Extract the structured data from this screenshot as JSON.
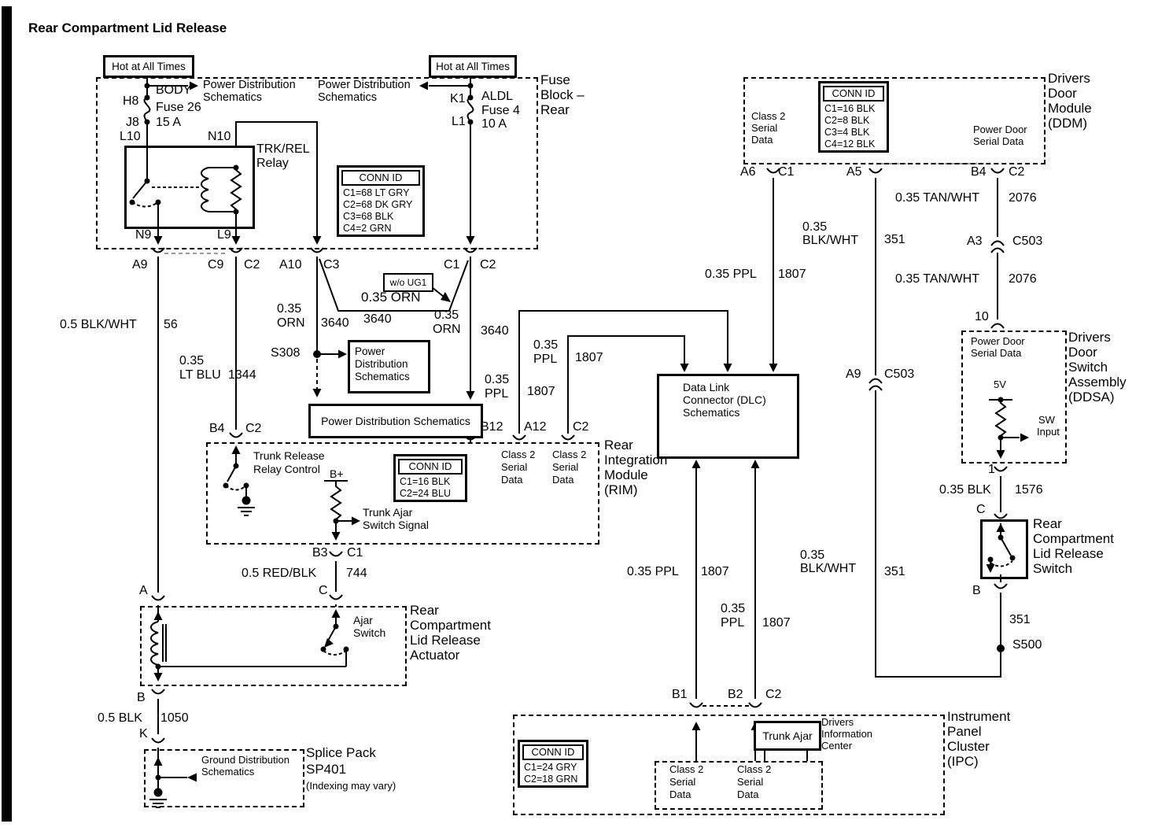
{
  "title": "Rear Compartment Lid Release",
  "colors": {
    "ink": "#000000",
    "paper": "#ffffff",
    "ghost_dash": "#9a9a9a"
  },
  "fuse_block": {
    "hot_left": "Hot at All Times",
    "hot_right": "Hot at All Times",
    "pds_left_1": "Power Distribution",
    "pds_left_2": "Schematics",
    "pds_right_1": "Power Distribution",
    "pds_right_2": "Schematics",
    "name_1": "Fuse",
    "name_2": "Block –",
    "name_3": "Rear",
    "body_fuse": {
      "top_pin": "H8",
      "bottom_pin": "J8",
      "name": "BODY",
      "fuse_no": "Fuse 26",
      "rating": "15 A"
    },
    "aldl_fuse": {
      "top_pin": "K1",
      "bottom_pin": "L1",
      "name": "ALDL",
      "fuse_no": "Fuse 4",
      "rating": "10 A"
    },
    "relay": {
      "name_1": "TRK/REL",
      "name_2": "Relay",
      "pin_l10": "L10",
      "pin_n10": "N10",
      "pin_n9": "N9",
      "pin_l9": "L9"
    },
    "conn_id": {
      "title": "CONN ID",
      "c1": "C1=68 LT GRY",
      "c2": "C2=68 DK GRY",
      "c3": "C3=68 BLK",
      "c4": "C4=2 GRN"
    },
    "pin_a9": "A9",
    "pin_c9": "C9",
    "pin_c2a": "C2",
    "pin_a10": "A10",
    "pin_c3": "C3",
    "pin_c1": "C1",
    "pin_c2b": "C2"
  },
  "wires": {
    "blkwht56": {
      "spec": "0.5 BLK/WHT",
      "ckt": "56"
    },
    "ltblu1344": {
      "spec1": "0.35",
      "spec2": "LT BLU",
      "ckt": "1344"
    },
    "orn_a10": {
      "spec1": "0.35",
      "spec2": "ORN",
      "ckt": "3640"
    },
    "orn_bridge": {
      "spec": "0.35 ORN",
      "ckt": "3640",
      "note": "w/o UG1"
    },
    "orn_b12": {
      "spec1": "0.35",
      "spec2": "ORN",
      "ckt": "3640"
    },
    "splice_s308": "S308",
    "pd_small_1": "Power",
    "pd_small_2": "Distribution",
    "pd_small_3": "Schematics",
    "pd_wide": "Power Distribution Schematics",
    "ppl_a12": {
      "spec1": "0.35",
      "spec2": "PPL",
      "ckt": "1807"
    },
    "ppl_c2": {
      "spec1": "0.35",
      "spec2": "PPL",
      "ckt": "1807"
    },
    "ppl_ddm": {
      "spec": "0.35 PPL",
      "ckt": "1807"
    },
    "ppl_b1": {
      "spec": "0.35 PPL",
      "ckt": "1807"
    },
    "ppl_b2": {
      "spec1": "0.35",
      "spec2": "PPL",
      "ckt": "1807"
    },
    "blkwht351_up": {
      "spec1": "0.35",
      "spec2": "BLK/WHT",
      "ckt": "351"
    },
    "blkwht351_low": {
      "spec1": "0.35",
      "spec2": "BLK/WHT",
      "ckt": "351"
    },
    "tan_up": {
      "spec": "0.35 TAN/WHT",
      "ckt": "2076"
    },
    "tan_low": {
      "spec": "0.35 TAN/WHT",
      "ckt": "2076"
    },
    "redblk744": {
      "spec": "0.5 RED/BLK",
      "ckt": "744"
    },
    "blk1576": {
      "spec": "0.35 BLK",
      "ckt": "1576"
    },
    "blk1050": {
      "spec": "0.5 BLK",
      "ckt": "1050"
    },
    "sw_351": "351",
    "splice_s500": "S500"
  },
  "rim": {
    "pin_b4": "B4",
    "pin_c2a": "C2",
    "pin_b12": "B12",
    "pin_a12": "A12",
    "pin_c2b": "C2",
    "pin_b3": "B3",
    "pin_c1": "C1",
    "trunk_release_1": "Trunk Release",
    "trunk_release_2": "Relay Control",
    "b_plus": "B+",
    "trunk_ajar_1": "Trunk Ajar",
    "trunk_ajar_2": "Switch Signal",
    "conn_id": {
      "title": "CONN ID",
      "c1": "C1=16 BLK",
      "c2": "C2=24 BLU"
    },
    "class2a_1": "Class 2",
    "class2a_2": "Serial",
    "class2a_3": "Data",
    "class2b_1": "Class 2",
    "class2b_2": "Serial",
    "class2b_3": "Data",
    "name_1": "Rear",
    "name_2": "Integration",
    "name_3": "Module",
    "name_4": "(RIM)"
  },
  "dlc": {
    "line1": "Data Link",
    "line2": "Connector (DLC)",
    "line3": "Schematics"
  },
  "ddm": {
    "class2_1": "Class 2",
    "class2_2": "Serial",
    "class2_3": "Data",
    "conn_id": {
      "title": "CONN ID",
      "c1": "C1=16 BLK",
      "c2": "C2=8 BLK",
      "c3": "C3=4 BLK",
      "c4": "C4=12 BLK"
    },
    "pds_1": "Power Door",
    "pds_2": "Serial Data",
    "pin_a6": "A6",
    "pin_c1": "C1",
    "pin_a5": "A5",
    "pin_b4": "B4",
    "pin_c2": "C2",
    "name_1": "Drivers",
    "name_2": "Door",
    "name_3": "Module",
    "name_4": "(DDM)"
  },
  "inline_connectors": {
    "a3": "A3",
    "c503a": "C503",
    "a9": "A9",
    "c503b": "C503",
    "ddsa_pin10": "10",
    "ddsa_pin1": "1"
  },
  "ddsa": {
    "pds_1": "Power Door",
    "pds_2": "Serial Data",
    "v5": "5V",
    "sw_1": "SW",
    "sw_2": "Input",
    "name_1": "Drivers",
    "name_2": "Door",
    "name_3": "Switch",
    "name_4": "Assembly",
    "name_5": "(DDSA)"
  },
  "release_switch": {
    "pin_c": "C",
    "pin_b": "B",
    "name_1": "Rear",
    "name_2": "Compartment",
    "name_3": "Lid Release",
    "name_4": "Switch"
  },
  "actuator": {
    "pin_a": "A",
    "pin_b": "B",
    "pin_c": "C",
    "ajar_1": "Ajar",
    "ajar_2": "Switch",
    "name_1": "Rear",
    "name_2": "Compartment",
    "name_3": "Lid Release",
    "name_4": "Actuator"
  },
  "splice_pack": {
    "pin_k": "K",
    "gds_1": "Ground Distribution",
    "gds_2": "Schematics",
    "name_1": "Splice Pack",
    "name_2": "SP401",
    "name_3": "(Indexing may vary)"
  },
  "ipc": {
    "pin_b1": "B1",
    "pin_b2": "B2",
    "pin_c2": "C2",
    "conn_id": {
      "title": "CONN ID",
      "c1": "C1=24 GRY",
      "c2": "C2=18 GRN"
    },
    "class2a_1": "Class 2",
    "class2a_2": "Serial",
    "class2a_3": "Data",
    "class2b_1": "Class 2",
    "class2b_2": "Serial",
    "class2b_3": "Data",
    "trunk_ajar": "Trunk Ajar",
    "dic_1": "Drivers",
    "dic_2": "Information",
    "dic_3": "Center",
    "name_1": "Instrument",
    "name_2": "Panel",
    "name_3": "Cluster",
    "name_4": "(IPC)"
  }
}
